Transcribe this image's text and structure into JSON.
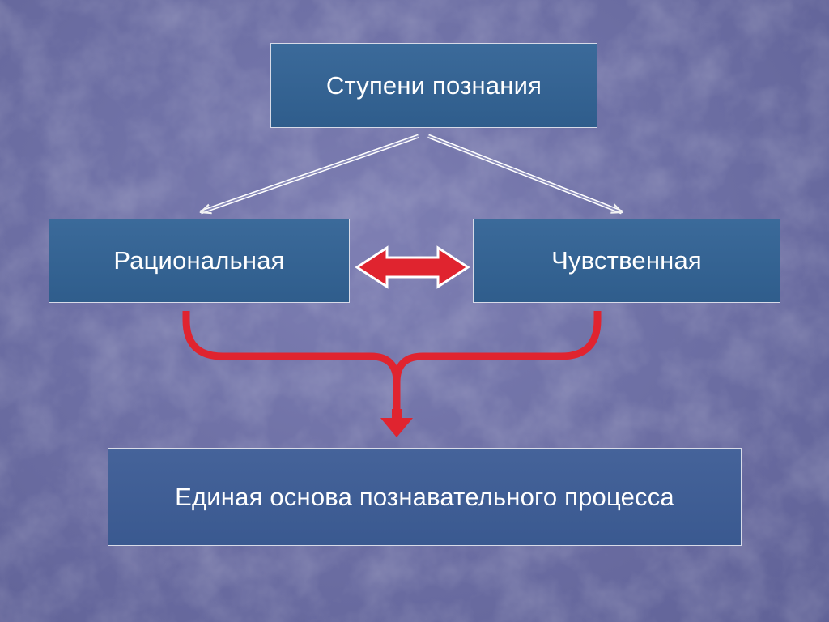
{
  "diagram": {
    "root": {
      "label": "Ступени познания"
    },
    "left": {
      "label": "Рациональная"
    },
    "right": {
      "label": "Чувственная"
    },
    "bottom": {
      "label": "Единая основа познавательного процесса"
    }
  },
  "colors": {
    "box_fill": "#2f5d8c",
    "bottom_box_fill": "#3a5990",
    "box_border": "#d8dbe8",
    "accent_red": "#e0242f",
    "arrow_white": "#f2f2f2",
    "background": "#6f71a6"
  }
}
